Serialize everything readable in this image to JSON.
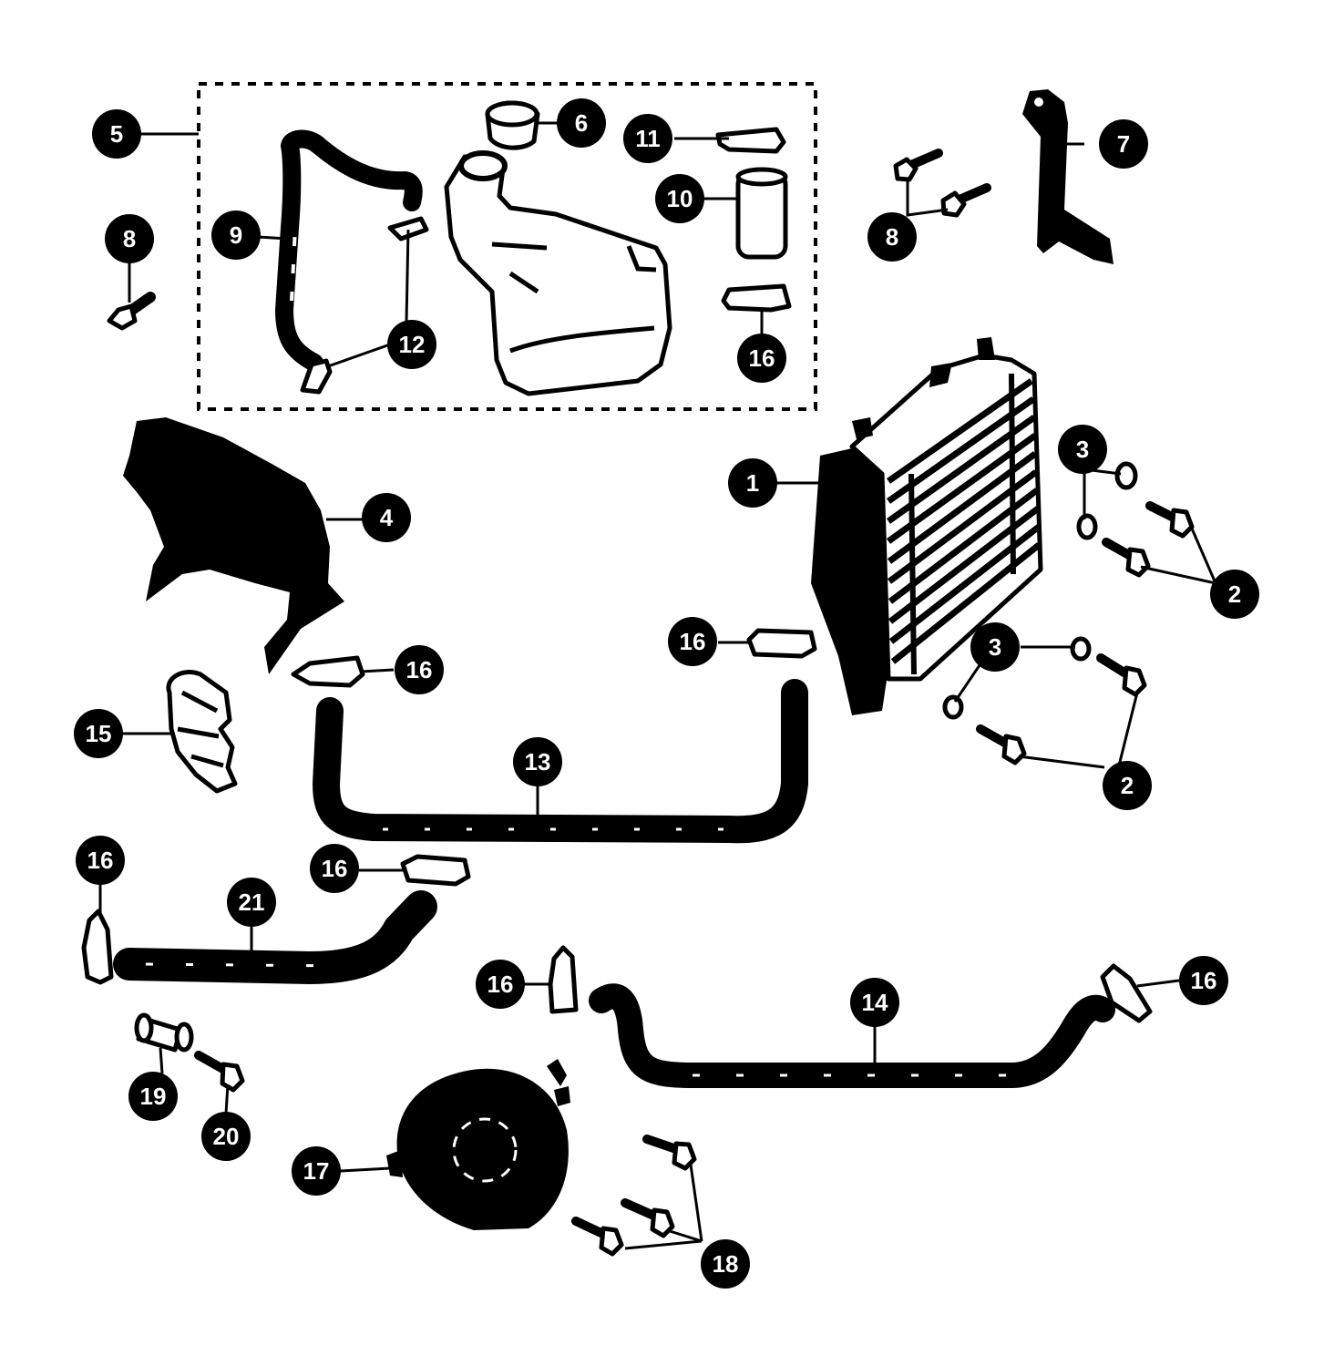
{
  "colors": {
    "ink": "#000000",
    "paper": "#ffffff"
  },
  "callouts": {
    "c1": "1",
    "c2a": "2",
    "c2b": "2",
    "c3a": "3",
    "c3b": "3",
    "c4": "4",
    "c5": "5",
    "c6": "6",
    "c7": "7",
    "c8a": "8",
    "c8b": "8",
    "c9": "9",
    "c10": "10",
    "c11": "11",
    "c12": "12",
    "c13": "13",
    "c14": "14",
    "c15": "15",
    "c16a": "16",
    "c16b": "16",
    "c16c": "16",
    "c16d": "16",
    "c16e": "16",
    "c16f": "16",
    "c16g": "16",
    "c17": "17",
    "c18": "18",
    "c19": "19",
    "c20": "20",
    "c21": "21"
  }
}
